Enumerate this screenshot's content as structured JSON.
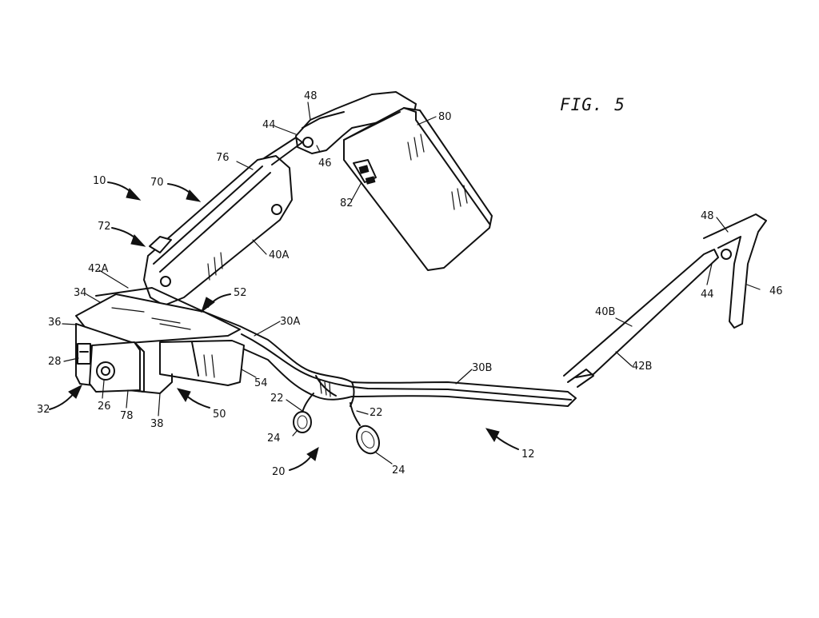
{
  "figure": {
    "title": "FIG. 5",
    "labels": {
      "l10": "10",
      "l12": "12",
      "l20": "20",
      "l22a": "22",
      "l22b": "22",
      "l24a": "24",
      "l24b": "24",
      "l26": "26",
      "l28": "28",
      "l30A": "30A",
      "l30B": "30B",
      "l32": "32",
      "l34": "34",
      "l36": "36",
      "l38": "38",
      "l40A": "40A",
      "l40B": "40B",
      "l42A": "42A",
      "l42B": "42B",
      "l44a": "44",
      "l44b": "44",
      "l46a": "46",
      "l46b": "46",
      "l48a": "48",
      "l48b": "48",
      "l50": "50",
      "l52": "52",
      "l54": "54",
      "l70": "70",
      "l72": "72",
      "l76": "76",
      "l78": "78",
      "l80": "80",
      "l82": "82"
    }
  }
}
